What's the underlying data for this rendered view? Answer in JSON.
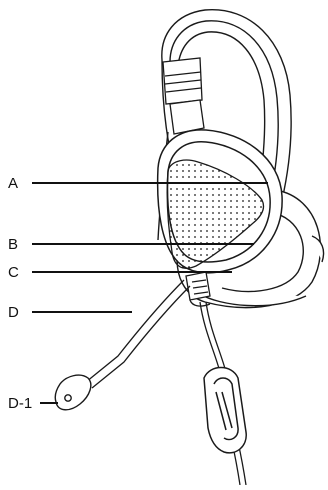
{
  "diagram": {
    "labels": {
      "a": "A",
      "b": "B",
      "c": "C",
      "d": "D",
      "d1": "D-1"
    },
    "colors": {
      "ink": "#1a1a1a",
      "leader": "#111111",
      "background": "#ffffff"
    }
  }
}
